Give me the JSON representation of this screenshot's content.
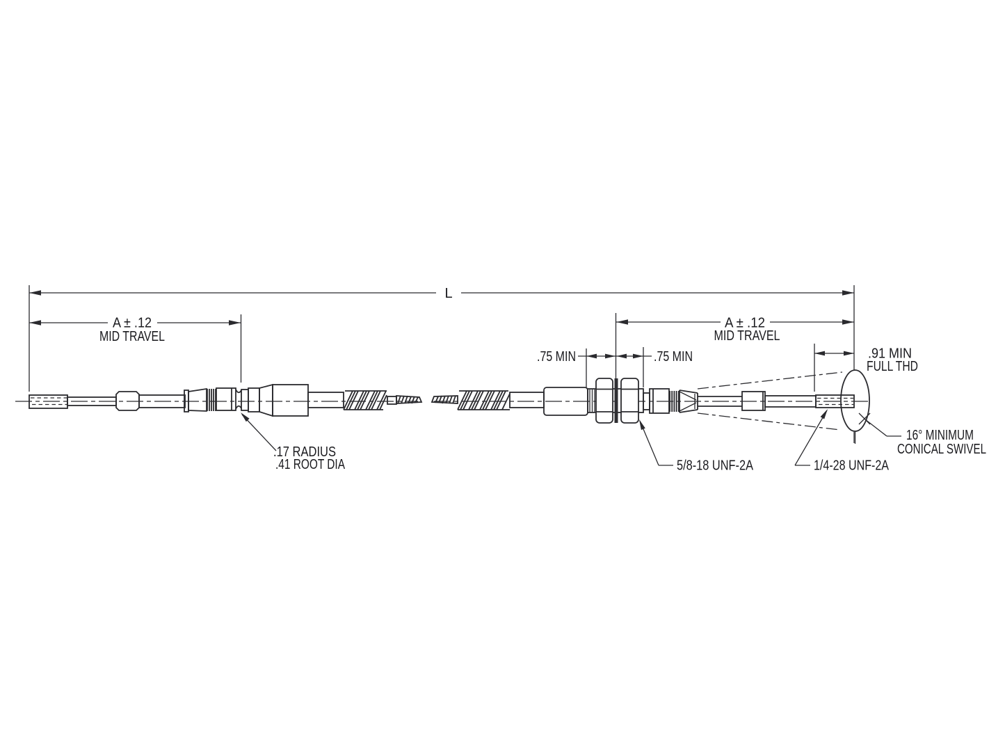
{
  "drawing": {
    "type": "engineering-dimension-drawing",
    "subject": "push-pull control cable assembly",
    "background": "#ffffff",
    "line_color": "#2a2a2e",
    "labels": {
      "overall_length": "L",
      "left_travel_dim": "A ± .12",
      "left_travel_note": "MID TRAVEL",
      "right_travel_dim": "A ± .12",
      "right_travel_note": "MID TRAVEL",
      "panel_left_clearance": ".75 MIN",
      "panel_right_clearance": ".75 MIN",
      "full_thread_line1": ".91 MIN",
      "full_thread_line2": "FULL THD",
      "radius_callout_line1": ".17 RADIUS",
      "radius_callout_line2": ".41 ROOT DIA",
      "bulkhead_thread": "5/8-18 UNF-2A",
      "rod_end_thread": "1/4-28 UNF-2A",
      "swivel_line1": "16° MINIMUM",
      "swivel_line2": "CONICAL SWIVEL"
    }
  }
}
